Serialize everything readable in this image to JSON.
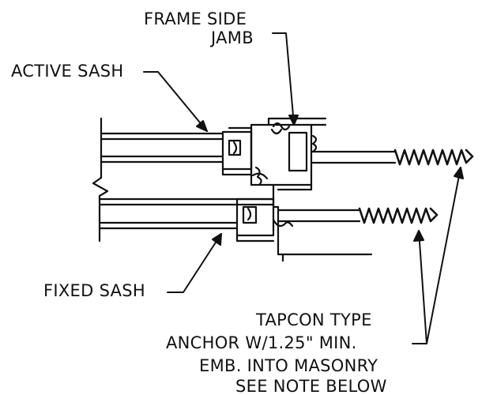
{
  "labels": {
    "frame_side_line1": "FRAME SIDE",
    "frame_side_line2": "JAMB",
    "active_sash": "ACTIVE SASH",
    "fixed_sash": "FIXED SASH",
    "anchor_line1": "TAPCON TYPE",
    "anchor_line2": "ANCHOR W/1.25\" MIN.",
    "anchor_line3": "EMB. INTO MASONRY",
    "anchor_line4": "SEE NOTE BELOW"
  },
  "colors": {
    "ink": "#111111",
    "background": "#ffffff"
  }
}
